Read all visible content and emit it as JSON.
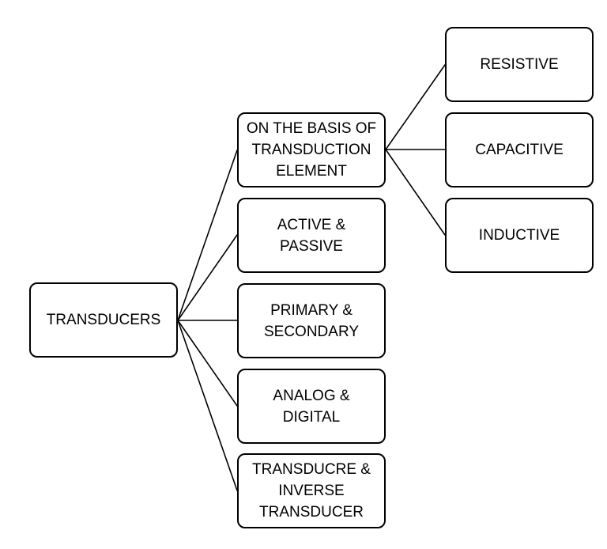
{
  "diagram": {
    "root": {
      "label": "TRANSDUCERS"
    },
    "classifications": [
      {
        "label": "ON THE BASIS OF\nTRANSDUCTION\nELEMENT"
      },
      {
        "label": "ACTIVE &\nPASSIVE"
      },
      {
        "label": "PRIMARY &\nSECONDARY"
      },
      {
        "label": "ANALOG &\nDIGITAL"
      },
      {
        "label": "TRANSDUCRE &\nINVERSE\nTRANSDUCER"
      }
    ],
    "transduction_elements": [
      {
        "label": "RESISTIVE"
      },
      {
        "label": "CAPACITIVE"
      },
      {
        "label": "INDUCTIVE"
      }
    ]
  },
  "edges": [
    {
      "from": "TRANSDUCERS",
      "to": "ON THE BASIS OF TRANSDUCTION ELEMENT"
    },
    {
      "from": "TRANSDUCERS",
      "to": "ACTIVE & PASSIVE"
    },
    {
      "from": "TRANSDUCERS",
      "to": "PRIMARY & SECONDARY"
    },
    {
      "from": "TRANSDUCERS",
      "to": "ANALOG & DIGITAL"
    },
    {
      "from": "TRANSDUCERS",
      "to": "TRANSDUCRE & INVERSE TRANSDUCER"
    },
    {
      "from": "ON THE BASIS OF TRANSDUCTION ELEMENT",
      "to": "RESISTIVE"
    },
    {
      "from": "ON THE BASIS OF TRANSDUCTION ELEMENT",
      "to": "CAPACITIVE"
    },
    {
      "from": "ON THE BASIS OF TRANSDUCTION ELEMENT",
      "to": "INDUCTIVE"
    }
  ],
  "colors": {
    "stroke": "#000000",
    "background": "#ffffff",
    "text": "#000000"
  }
}
